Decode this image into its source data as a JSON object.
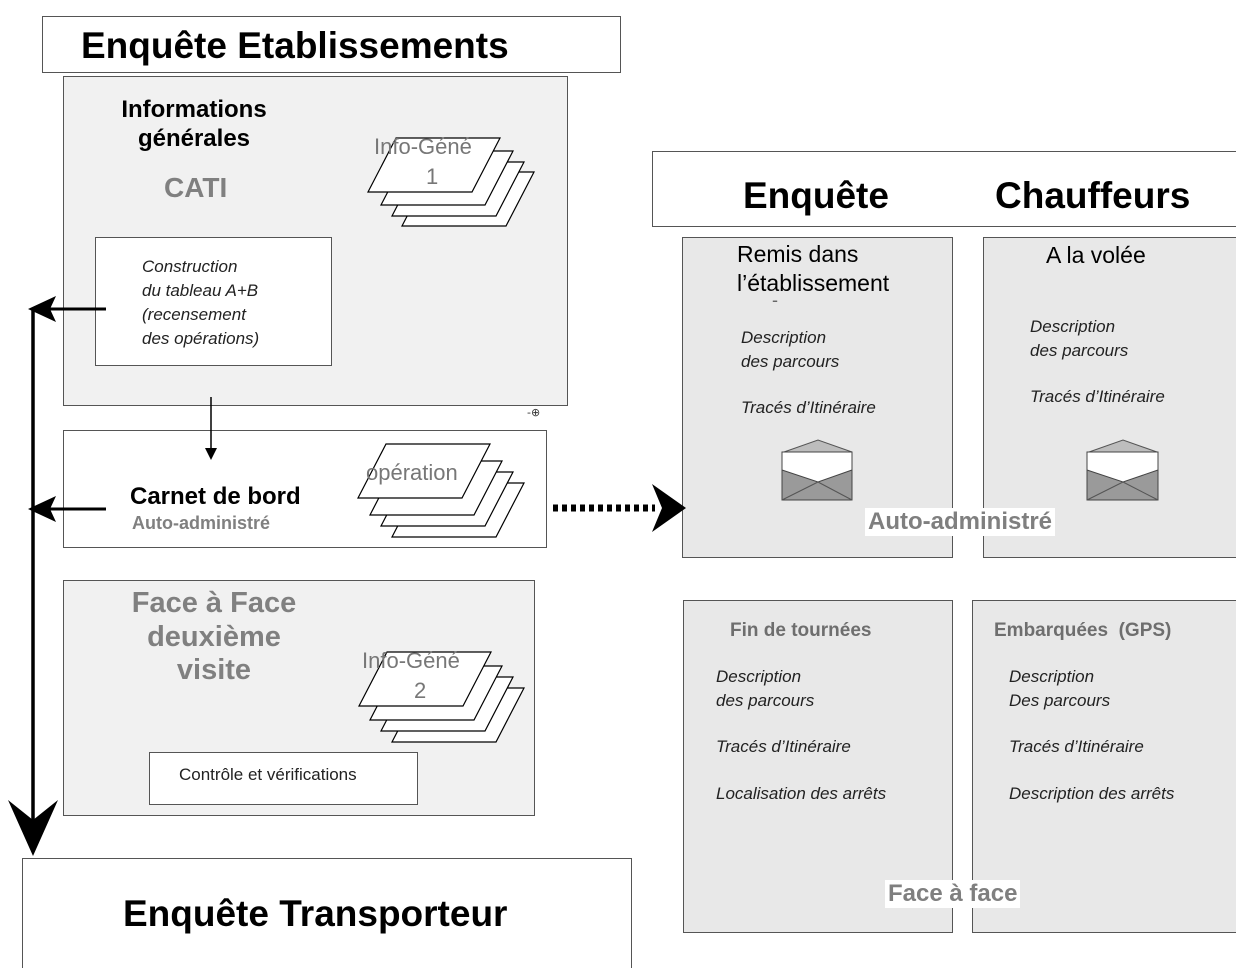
{
  "etab": {
    "title": "Enquête Etablissements",
    "info_title": "Informations\ngénérales",
    "cati": "CATI",
    "info_gene_1": [
      "Info-Géné",
      "1"
    ],
    "construction": "Construction\ndu tableau A+B\n(recensement\ndes opérations)",
    "carnet_title": "Carnet de bord",
    "carnet_sub": "Auto-administré",
    "operation": "opération",
    "face_title": "Face à Face",
    "face_sub": "deuxième\nvisite",
    "info_gene_2": [
      "Info-Géné",
      "2"
    ],
    "controle": "Contrôle et vérifications"
  },
  "transporteur": {
    "title": "Enquête Transporteur"
  },
  "chauffeurs": {
    "title_left": "Enquête",
    "title_right": "Chauffeurs",
    "remis_title": "Remis dans\nl’établissement",
    "remis_dash": "-",
    "remis_desc": "Description\ndes parcours",
    "remis_traces": "Tracés d’Itinéraire",
    "volee_title": "A la volée",
    "volee_desc": "Description\ndes parcours",
    "volee_traces": "Tracés d’Itinéraire",
    "auto_label": "Auto-administré",
    "fin_title": "Fin de tournées",
    "fin_desc": "Description\ndes parcours",
    "fin_traces": "Tracés d’Itinéraire",
    "fin_local": "Localisation des arrêts",
    "emb_title": "Embarquées  (GPS)",
    "emb_desc": "Description\nDes parcours",
    "emb_traces": "Tracés d’Itinéraire",
    "emb_arrets": "Description des arrêts",
    "face_label": "Face à face"
  },
  "icons": [
    "document-stack-icon",
    "envelope-icon",
    "arrow-icon",
    "dotted-arrow-icon"
  ]
}
